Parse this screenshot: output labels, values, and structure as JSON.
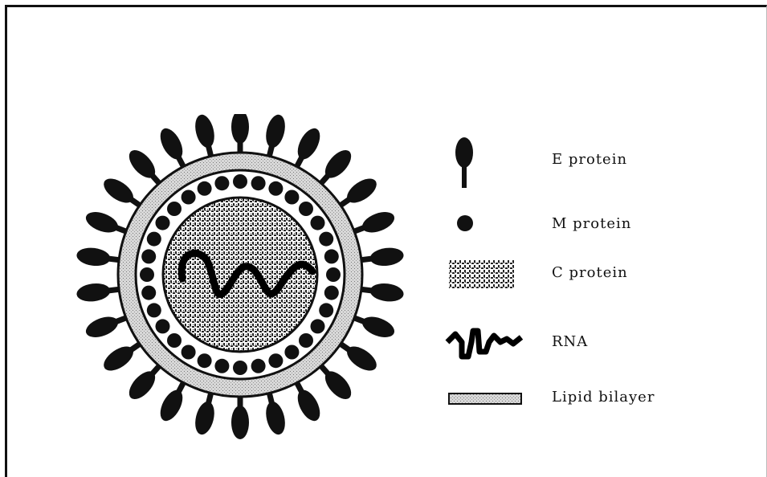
{
  "legend": {
    "e_protein": "E protein",
    "m_protein": "M protein",
    "c_protein": "C protein",
    "rna": "RNA",
    "lipid_bilayer": "Lipid bilayer"
  },
  "colors": {
    "ink": "#111111",
    "bilayer_fill": "#d9d9d9",
    "capsid_fill": "#ffffff"
  },
  "counts": {
    "e_proteins": 26,
    "m_proteins": 32
  }
}
